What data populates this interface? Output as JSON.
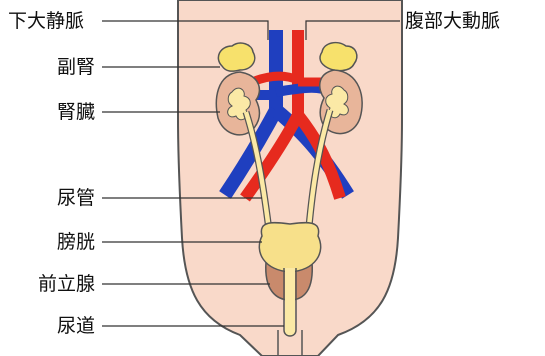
{
  "labels": {
    "ivc": "下大静脈",
    "aorta": "腹部大動脈",
    "adrenal": "副腎",
    "kidney": "腎臓",
    "ureter": "尿管",
    "bladder": "膀胱",
    "prostate": "前立腺",
    "urethra": "尿道"
  },
  "colors": {
    "skin": "#f9d9c9",
    "outline": "#555555",
    "vein": "#1f3fbf",
    "artery": "#e62a1e",
    "adrenal": "#f7e16c",
    "kidney": "#e8b59a",
    "urinary": "#fbe9a6",
    "bladder": "#f7e08a",
    "prostate": "#c98a6c"
  }
}
